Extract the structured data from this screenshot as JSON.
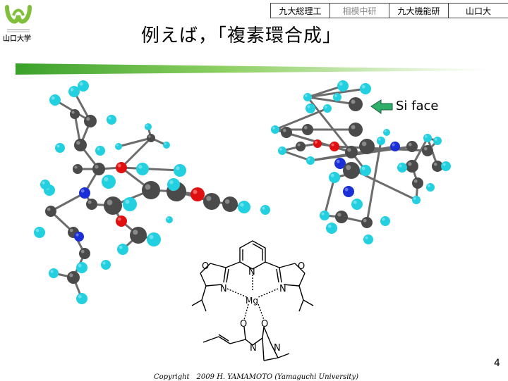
{
  "header": {
    "tabs": [
      "九大総理工",
      "相模中研",
      "九大機能研",
      "山口大"
    ],
    "logo_text": "山口大学"
  },
  "slide": {
    "title": "例えば，「複素環合成」",
    "face_label": "Si face",
    "copyright": "Copyright　2009 H. YAMAMOTO (Yamaguchi University)",
    "page_number": "4"
  },
  "structure": {
    "atoms": [
      "O",
      "N",
      "O",
      "N",
      "N",
      "Mg",
      "O",
      "O",
      "N",
      "N"
    ]
  },
  "colors": {
    "carbon": "#4a4a4a",
    "hydrogen": "#22d0e0",
    "nitrogen": "#1a2fd6",
    "oxygen": "#e01010",
    "arrow": "#2fae6a",
    "logo_green": "#7fbf3a"
  }
}
